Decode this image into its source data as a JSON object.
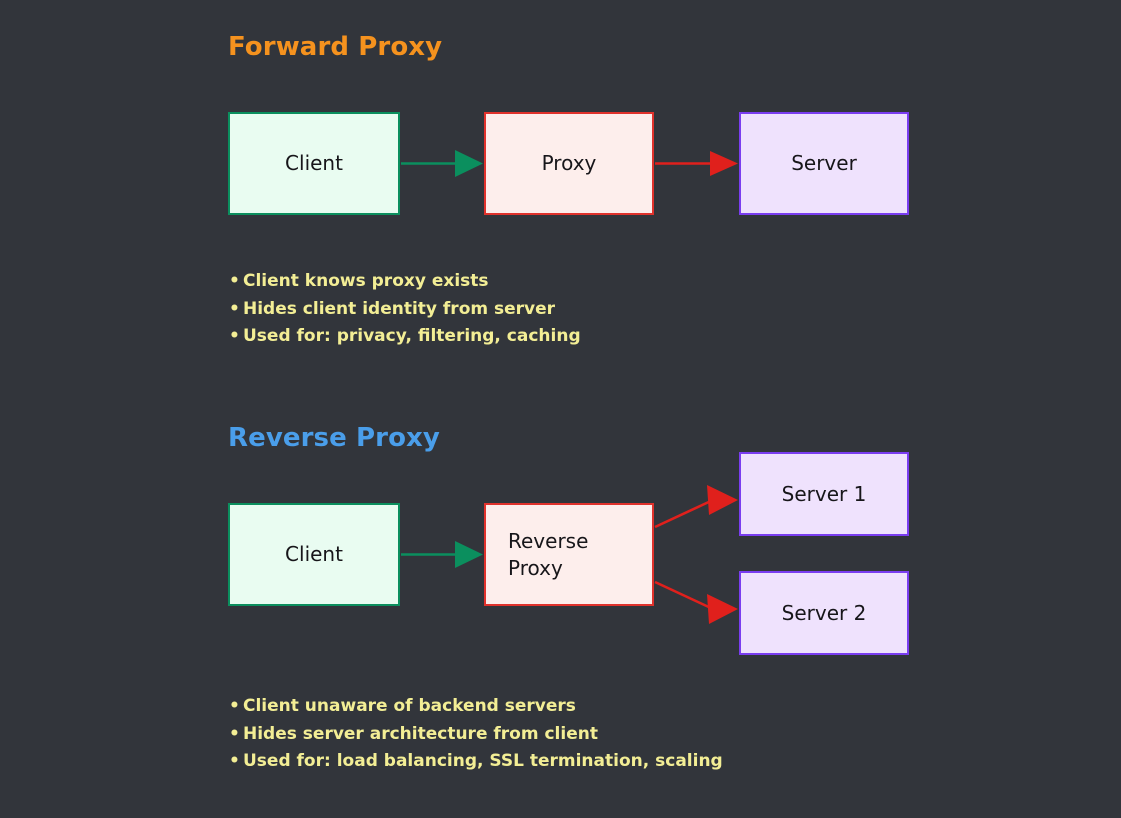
{
  "background_color": "#32353b",
  "sections": {
    "forward": {
      "heading": "Forward Proxy",
      "heading_color": "#f5921e",
      "nodes": {
        "client": "Client",
        "proxy": "Proxy",
        "server": "Server"
      },
      "bullets": [
        "Client knows proxy exists",
        "Hides client identity from server",
        "Used for: privacy, filtering, caching"
      ]
    },
    "reverse": {
      "heading": "Reverse Proxy",
      "heading_color": "#4a9eea",
      "nodes": {
        "client": "Client",
        "proxy": "Reverse\nProxy",
        "proxy_line1": "Reverse",
        "proxy_line2": "Proxy",
        "server1": "Server 1",
        "server2": "Server 2"
      },
      "bullets": [
        "Client unaware of backend servers",
        "Hides server architecture from client",
        "Used for: load balancing, SSL termination, scaling"
      ]
    }
  },
  "palette": {
    "client_fill": "#e9fcf1",
    "client_border": "#0b8f5e",
    "proxy_fill": "#fdeeec",
    "proxy_border": "#e0322c",
    "server_fill": "#efe2fd",
    "server_border": "#7a3df0",
    "arrow_green": "#0b8f5e",
    "arrow_red": "#e0201c",
    "bullet_text": "#f3ee95",
    "node_text": "#17161a"
  },
  "bullet_marker": "•"
}
